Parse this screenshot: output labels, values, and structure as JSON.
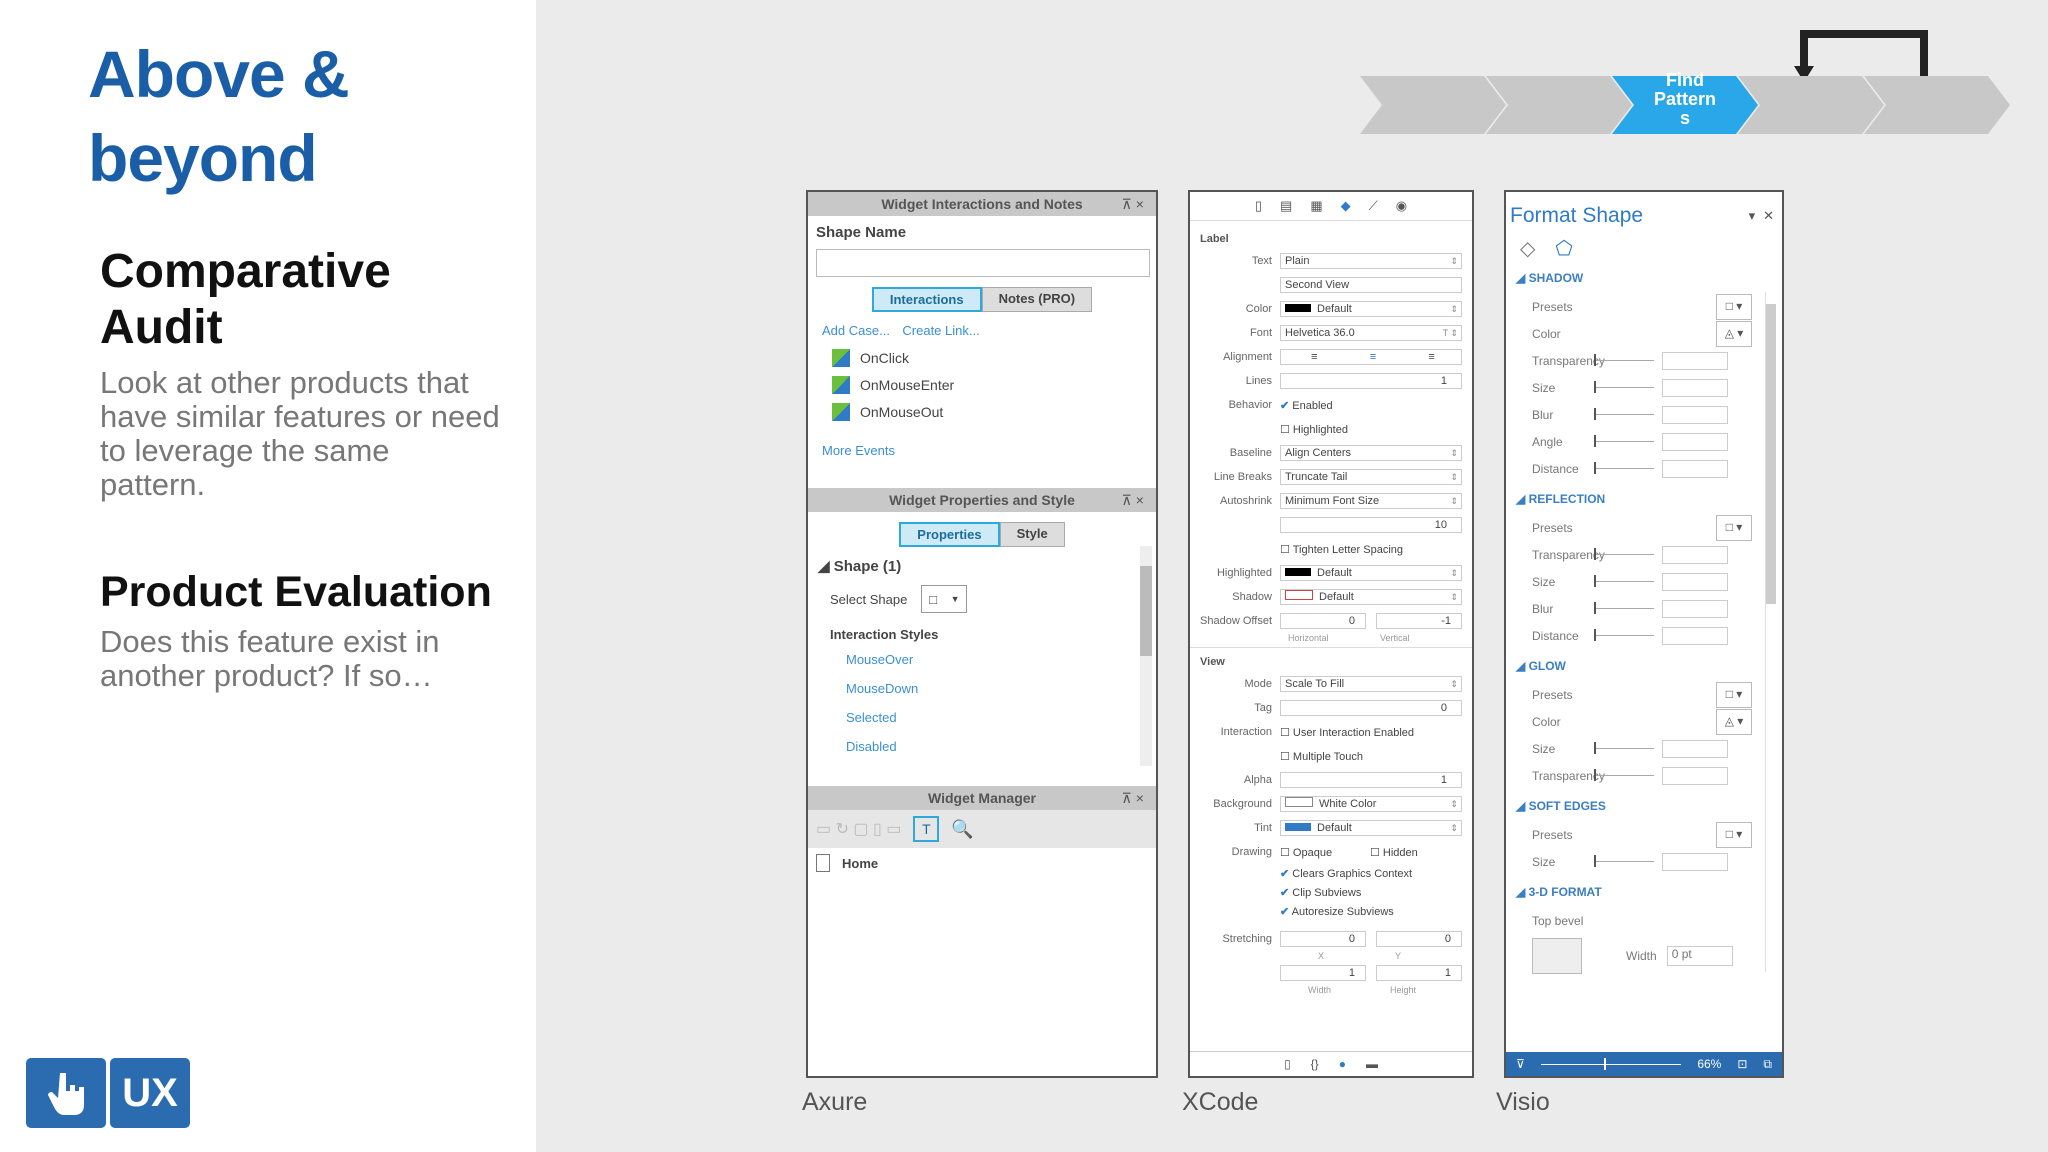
{
  "title": "Above & beyond",
  "sections": [
    {
      "heading": "Comparative Audit",
      "body": "Look at other products that have similar features or need to leverage the same pattern."
    },
    {
      "heading": "Product Evaluation",
      "body": "Does this feature exist in another product? If so…"
    }
  ],
  "logo": {
    "label": "UX",
    "icon": "hand-pointer-icon"
  },
  "process": {
    "active_label": "Find Pattern s",
    "step_count": 5,
    "active_index": 2,
    "active_color": "#2aa7e8"
  },
  "colors": {
    "title": "#1a5ea8",
    "accent": "#2aa7e8"
  },
  "captions": {
    "axure": "Axure",
    "xcode": "XCode",
    "visio": "Visio"
  },
  "axure": {
    "interactions_title": "Widget Interactions and Notes",
    "shape_name_label": "Shape Name",
    "tabs": [
      "Interactions",
      "Notes (PRO)"
    ],
    "add_case": "Add Case...",
    "create_link": "Create Link...",
    "events": [
      "OnClick",
      "OnMouseEnter",
      "OnMouseOut"
    ],
    "more_events": "More Events",
    "properties_title": "Widget Properties and Style",
    "prop_tabs": [
      "Properties",
      "Style"
    ],
    "shape_heading": "Shape (1)",
    "select_shape": "Select Shape",
    "interaction_styles": "Interaction Styles",
    "styles": [
      "MouseOver",
      "MouseDown",
      "Selected",
      "Disabled"
    ],
    "manager_title": "Widget Manager",
    "home": "Home"
  },
  "xcode": {
    "label_section": "Label",
    "text": {
      "label": "Text",
      "value": "Plain"
    },
    "text_value": "Second View",
    "color": {
      "label": "Color",
      "value": "Default"
    },
    "font": {
      "label": "Font",
      "value": "Helvetica 36.0"
    },
    "alignment_label": "Alignment",
    "lines": {
      "label": "Lines",
      "value": "1"
    },
    "behavior": {
      "label": "Behavior",
      "checks": [
        "Enabled",
        "Highlighted"
      ]
    },
    "baseline": {
      "label": "Baseline",
      "value": "Align Centers"
    },
    "line_breaks": {
      "label": "Line Breaks",
      "value": "Truncate Tail"
    },
    "autoshrink": {
      "label": "Autoshrink",
      "value": "Minimum Font Size"
    },
    "min_size": "10",
    "tighten": "Tighten Letter Spacing",
    "highlighted": {
      "label": "Highlighted",
      "value": "Default"
    },
    "shadow": {
      "label": "Shadow",
      "value": "Default"
    },
    "shadow_offset": {
      "label": "Shadow Offset",
      "h": "0",
      "v": "-1",
      "h_label": "Horizontal",
      "v_label": "Vertical"
    },
    "view_section": "View",
    "mode": {
      "label": "Mode",
      "value": "Scale To Fill"
    },
    "tag": {
      "label": "Tag",
      "value": "0"
    },
    "interaction": {
      "label": "Interaction",
      "checks": [
        "User Interaction Enabled",
        "Multiple Touch"
      ]
    },
    "alpha": {
      "label": "Alpha",
      "value": "1"
    },
    "background": {
      "label": "Background",
      "value": "White Color"
    },
    "tint": {
      "label": "Tint",
      "value": "Default"
    },
    "drawing": {
      "label": "Drawing",
      "checks": [
        "Opaque",
        "Hidden",
        "Clears Graphics Context",
        "Clip Subviews",
        "Autoresize Subviews"
      ]
    },
    "stretching": {
      "label": "Stretching",
      "x": "0",
      "y": "0",
      "x_label": "X",
      "y_label": "Y",
      "w": "1",
      "h": "1",
      "w_label": "Width",
      "h_label": "Height"
    }
  },
  "visio": {
    "title": "Format Shape",
    "sections": [
      "SHADOW",
      "REFLECTION",
      "GLOW",
      "SOFT EDGES",
      "3-D FORMAT"
    ],
    "shadow_rows": [
      "Presets",
      "Color",
      "Transparency",
      "Size",
      "Blur",
      "Angle",
      "Distance"
    ],
    "reflection_rows": [
      "Presets",
      "Transparency",
      "Size",
      "Blur",
      "Distance"
    ],
    "glow_rows": [
      "Presets",
      "Color",
      "Size",
      "Transparency"
    ],
    "soft_rows": [
      "Presets",
      "Size"
    ],
    "threed_rows": [
      "Top bevel"
    ],
    "width_label": "Width",
    "width_value": "0 pt",
    "zoom": "66%"
  }
}
